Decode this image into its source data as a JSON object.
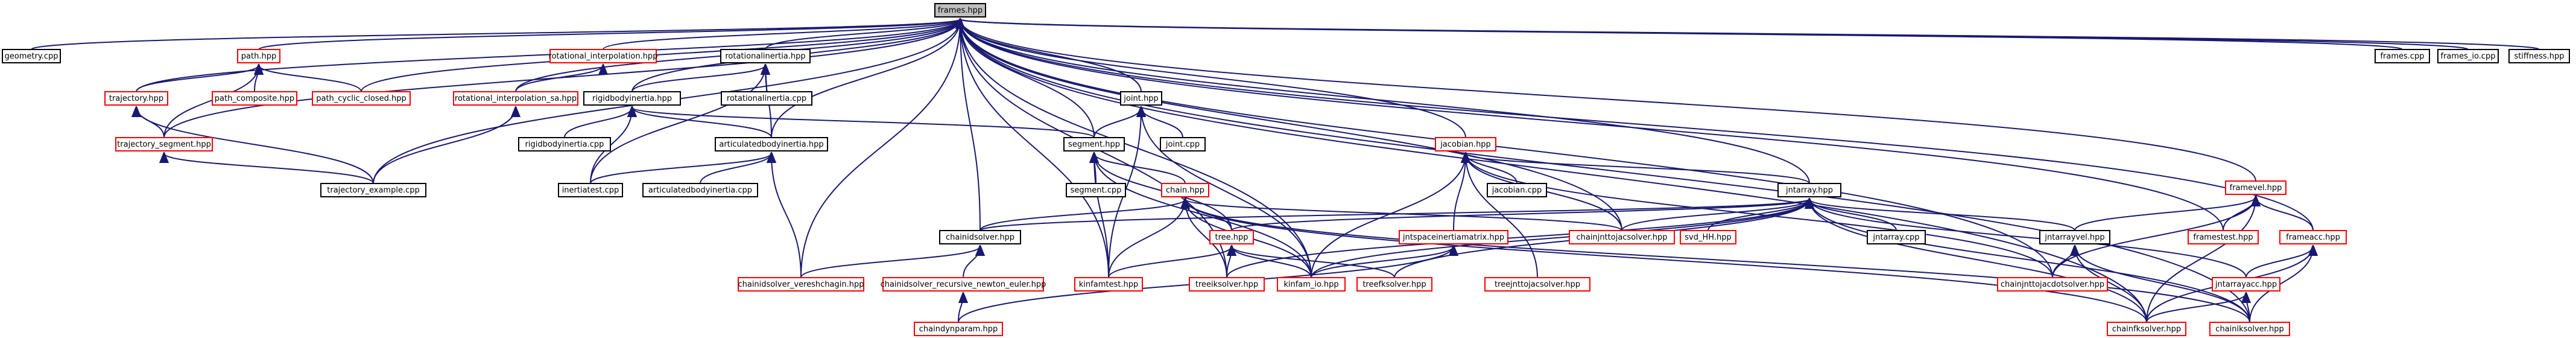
{
  "graph": {
    "root": "frames.hpp",
    "nodes": [
      {
        "id": "frames",
        "label": "frames.hpp",
        "kind": "root"
      },
      {
        "id": "geometry",
        "label": "geometry.cpp",
        "kind": "ok"
      },
      {
        "id": "path",
        "label": "path.hpp",
        "kind": "missing"
      },
      {
        "id": "rotinterp",
        "label": "rotational_interpolation.hpp",
        "kind": "missing"
      },
      {
        "id": "rotinertia",
        "label": "rotationalinertia.hpp",
        "kind": "ok"
      },
      {
        "id": "framescpp",
        "label": "frames.cpp",
        "kind": "ok"
      },
      {
        "id": "framesio",
        "label": "frames_io.cpp",
        "kind": "ok"
      },
      {
        "id": "stiffness",
        "label": "stiffness.hpp",
        "kind": "ok"
      },
      {
        "id": "trajectory",
        "label": "trajectory.hpp",
        "kind": "missing"
      },
      {
        "id": "pathcomp",
        "label": "path_composite.hpp",
        "kind": "missing"
      },
      {
        "id": "pathcyc",
        "label": "path_cyclic_closed.hpp",
        "kind": "missing"
      },
      {
        "id": "rotinterpsa",
        "label": "rotational_interpolation_sa.hpp",
        "kind": "missing"
      },
      {
        "id": "rotinertiacpp",
        "label": "rotationalinertia.cpp",
        "kind": "ok"
      },
      {
        "id": "rigidbody",
        "label": "rigidbodyinertia.hpp",
        "kind": "ok"
      },
      {
        "id": "joint",
        "label": "joint.hpp",
        "kind": "ok"
      },
      {
        "id": "trajseg",
        "label": "trajectory_segment.hpp",
        "kind": "missing"
      },
      {
        "id": "rigidbodycpp",
        "label": "rigidbodyinertia.cpp",
        "kind": "ok"
      },
      {
        "id": "artbody",
        "label": "articulatedbodyinertia.hpp",
        "kind": "ok"
      },
      {
        "id": "segment",
        "label": "segment.hpp",
        "kind": "ok"
      },
      {
        "id": "jointcpp",
        "label": "joint.cpp",
        "kind": "ok"
      },
      {
        "id": "jacobian",
        "label": "jacobian.hpp",
        "kind": "missing"
      },
      {
        "id": "framevel",
        "label": "framevel.hpp",
        "kind": "missing"
      },
      {
        "id": "trajexample",
        "label": "trajectory_example.cpp",
        "kind": "ok"
      },
      {
        "id": "inertiatest",
        "label": "inertiatest.cpp",
        "kind": "ok"
      },
      {
        "id": "artbodycpp",
        "label": "articulatedbodyinertia.cpp",
        "kind": "ok"
      },
      {
        "id": "segmentcpp",
        "label": "segment.cpp",
        "kind": "ok"
      },
      {
        "id": "jacobiancpp",
        "label": "jacobian.cpp",
        "kind": "ok"
      },
      {
        "id": "jntarray",
        "label": "jntarray.hpp",
        "kind": "ok"
      },
      {
        "id": "chain",
        "label": "chain.hpp",
        "kind": "missing"
      },
      {
        "id": "chaindynsolver",
        "label": "chainidsolver.hpp",
        "kind": "ok"
      },
      {
        "id": "jntspace",
        "label": "jntspaceinertiamatrix.hpp",
        "kind": "missing"
      },
      {
        "id": "chainjnttojac",
        "label": "chainjnttojacsolver.hpp",
        "kind": "missing"
      },
      {
        "id": "svdhh",
        "label": "svd_HH.hpp",
        "kind": "missing"
      },
      {
        "id": "framestest",
        "label": "framestest.hpp",
        "kind": "missing"
      },
      {
        "id": "jntarraycpp",
        "label": "jntarray.cpp",
        "kind": "ok"
      },
      {
        "id": "jntarrayvel",
        "label": "jntarrayvel.hpp",
        "kind": "ok"
      },
      {
        "id": "frameacc",
        "label": "frameacc.hpp",
        "kind": "missing"
      },
      {
        "id": "tree",
        "label": "tree.hpp",
        "kind": "missing"
      },
      {
        "id": "chainidvereshchagin",
        "label": "chainidsolver_vereshchagin.hpp",
        "kind": "missing"
      },
      {
        "id": "chainidrne",
        "label": "chainidsolver_recursive_newton_euler.hpp",
        "kind": "missing"
      },
      {
        "id": "kinfamtest",
        "label": "kinfamtest.hpp",
        "kind": "missing"
      },
      {
        "id": "treeiksolver",
        "label": "treeiksolver.hpp",
        "kind": "missing"
      },
      {
        "id": "kinfamio",
        "label": "kinfam_io.hpp",
        "kind": "missing"
      },
      {
        "id": "treefksolver",
        "label": "treefksolver.hpp",
        "kind": "missing"
      },
      {
        "id": "treejnttojac",
        "label": "treejnttojacsolver.hpp",
        "kind": "missing"
      },
      {
        "id": "chainjnttojacdot",
        "label": "chainjnttojacdotsolver.hpp",
        "kind": "missing"
      },
      {
        "id": "jntarrayacc",
        "label": "jntarrayacc.hpp",
        "kind": "missing"
      },
      {
        "id": "chaindynparam",
        "label": "chaindynparam.hpp",
        "kind": "missing"
      },
      {
        "id": "chainfksolver",
        "label": "chainfksolver.hpp",
        "kind": "missing"
      },
      {
        "id": "chainiksolver",
        "label": "chainiksolver.hpp",
        "kind": "missing"
      }
    ],
    "edges": [
      [
        "geometry",
        "frames"
      ],
      [
        "path",
        "frames"
      ],
      [
        "rotinterp",
        "frames"
      ],
      [
        "rotinertia",
        "frames"
      ],
      [
        "framescpp",
        "frames"
      ],
      [
        "framesio",
        "frames"
      ],
      [
        "stiffness",
        "frames"
      ],
      [
        "trajectory",
        "frames"
      ],
      [
        "pathcyc",
        "frames"
      ],
      [
        "rotinterpsa",
        "frames"
      ],
      [
        "rigidbody",
        "frames"
      ],
      [
        "joint",
        "frames"
      ],
      [
        "trajseg",
        "frames"
      ],
      [
        "artbody",
        "frames"
      ],
      [
        "segment",
        "frames"
      ],
      [
        "jacobian",
        "frames"
      ],
      [
        "framevel",
        "frames"
      ],
      [
        "frameacc",
        "frames"
      ],
      [
        "trajexample",
        "frames"
      ],
      [
        "jntarray",
        "frames"
      ],
      [
        "framestest",
        "frames"
      ],
      [
        "chaindynsolver",
        "frames"
      ],
      [
        "chainidvereshchagin",
        "frames"
      ],
      [
        "kinfamtest",
        "frames"
      ],
      [
        "kinfamio",
        "frames"
      ],
      [
        "chainjnttojacdot",
        "frames"
      ],
      [
        "chainjnttojac",
        "frames"
      ],
      [
        "chainiksolver",
        "frames"
      ],
      [
        "chainfksolver",
        "frames"
      ],
      [
        "treeiksolver",
        "frames"
      ],
      [
        "trajectory",
        "path"
      ],
      [
        "pathcomp",
        "path"
      ],
      [
        "pathcyc",
        "path"
      ],
      [
        "trajseg",
        "path"
      ],
      [
        "rotinterpsa",
        "rotinterp"
      ],
      [
        "rotinertiacpp",
        "rotinertia"
      ],
      [
        "rigidbody",
        "rotinertia"
      ],
      [
        "artbody",
        "rotinertia"
      ],
      [
        "inertiatest",
        "rotinertia"
      ],
      [
        "trajseg",
        "trajectory"
      ],
      [
        "trajexample",
        "trajectory"
      ],
      [
        "trajexample",
        "trajseg"
      ],
      [
        "trajexample",
        "rotinterpsa"
      ],
      [
        "rigidbodycpp",
        "rigidbody"
      ],
      [
        "artbody",
        "rigidbody"
      ],
      [
        "segment",
        "rigidbody"
      ],
      [
        "inertiatest",
        "rigidbody"
      ],
      [
        "segment",
        "joint"
      ],
      [
        "jointcpp",
        "joint"
      ],
      [
        "kinfamio",
        "joint"
      ],
      [
        "kinfamtest",
        "joint"
      ],
      [
        "artbodycpp",
        "artbody"
      ],
      [
        "inertiatest",
        "artbody"
      ],
      [
        "chainidvereshchagin",
        "artbody"
      ],
      [
        "segmentcpp",
        "segment"
      ],
      [
        "chain",
        "segment"
      ],
      [
        "tree",
        "segment"
      ],
      [
        "kinfamtest",
        "segment"
      ],
      [
        "kinfamio",
        "segment"
      ],
      [
        "jacobiancpp",
        "jacobian"
      ],
      [
        "jntarray",
        "jacobian"
      ],
      [
        "jntspace",
        "jacobian"
      ],
      [
        "chainjnttojac",
        "jacobian"
      ],
      [
        "kinfamio",
        "jacobian"
      ],
      [
        "treejnttojac",
        "jacobian"
      ],
      [
        "chainjnttojacdot",
        "jacobian"
      ],
      [
        "jntarraycpp",
        "jntarray"
      ],
      [
        "jntarrayvel",
        "jntarray"
      ],
      [
        "jntarrayacc",
        "jntarray"
      ],
      [
        "chainjnttojac",
        "jntarray"
      ],
      [
        "svdhh",
        "jntarray"
      ],
      [
        "chaindynsolver",
        "jntarray"
      ],
      [
        "kinfamio",
        "jntarray"
      ],
      [
        "treeiksolver",
        "jntarray"
      ],
      [
        "treefksolver",
        "jntarray"
      ],
      [
        "chainfksolver",
        "jntarray"
      ],
      [
        "chainiksolver",
        "jntarray"
      ],
      [
        "tree",
        "jntarray"
      ],
      [
        "jntarrayvel",
        "framevel"
      ],
      [
        "framestest",
        "framevel"
      ],
      [
        "frameacc",
        "framevel"
      ],
      [
        "chainfksolver",
        "framevel"
      ],
      [
        "chainjnttojacdot",
        "framevel"
      ],
      [
        "jntarrayacc",
        "frameacc"
      ],
      [
        "chainiksolver",
        "frameacc"
      ],
      [
        "chainfksolver",
        "frameacc"
      ],
      [
        "chainjnttojacdot",
        "jntarrayvel"
      ],
      [
        "chainfksolver",
        "jntarrayvel"
      ],
      [
        "chainiksolver",
        "jntarrayvel"
      ],
      [
        "chainfksolver",
        "jntarrayacc"
      ],
      [
        "chainiksolver",
        "jntarrayacc"
      ],
      [
        "chaindynsolver",
        "chain"
      ],
      [
        "tree",
        "chain"
      ],
      [
        "chainjnttojac",
        "chain"
      ],
      [
        "kinfamtest",
        "chain"
      ],
      [
        "kinfamio",
        "chain"
      ],
      [
        "treeiksolver",
        "chain"
      ],
      [
        "chainfksolver",
        "chain"
      ],
      [
        "chainiksolver",
        "chain"
      ],
      [
        "chainidvereshchagin",
        "chaindynsolver"
      ],
      [
        "chainidrne",
        "chaindynsolver"
      ],
      [
        "chaindynparam",
        "chainidrne"
      ],
      [
        "kinfamio",
        "jntspace"
      ],
      [
        "chaindynparam",
        "jntspace"
      ],
      [
        "treeiksolver",
        "tree"
      ],
      [
        "kinfamio",
        "tree"
      ],
      [
        "treefksolver",
        "tree"
      ],
      [
        "kinfamtest",
        "tree"
      ]
    ]
  }
}
